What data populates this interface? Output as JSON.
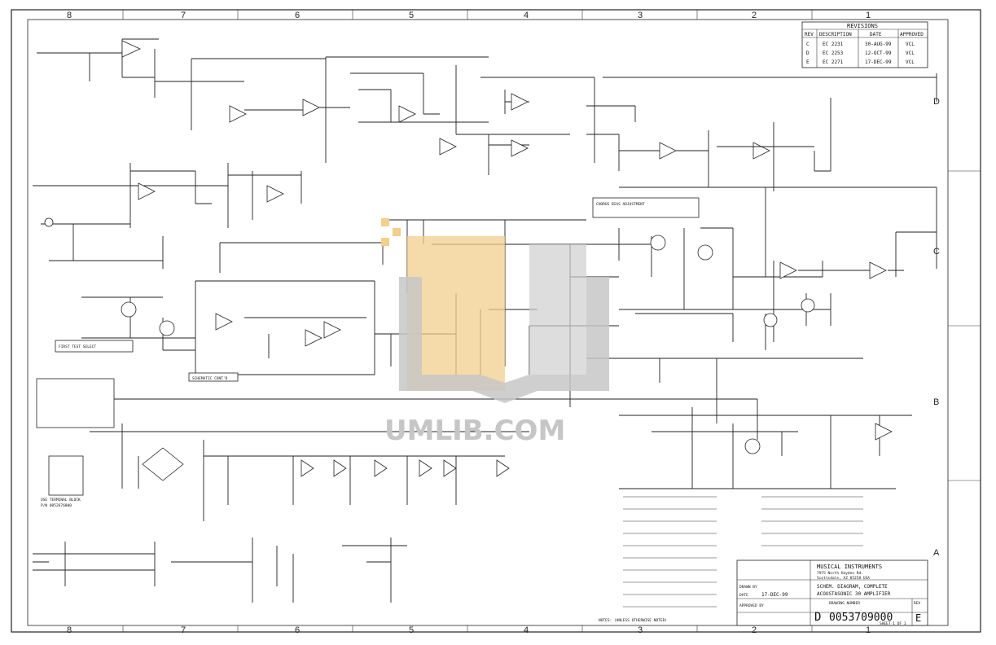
{
  "zones": {
    "top": [
      "8",
      "7",
      "6",
      "5",
      "4",
      "3",
      "2",
      "1"
    ],
    "bottom": [
      "8",
      "7",
      "6",
      "5",
      "4",
      "3",
      "2",
      "1"
    ],
    "right": [
      "D",
      "C",
      "B",
      "A"
    ]
  },
  "revisions": {
    "title": "REVISIONS",
    "headers": [
      "REV",
      "DESCRIPTION",
      "DATE",
      "APPROVED"
    ],
    "rows": [
      [
        "C",
        "EC 2231",
        "30-AUG-99",
        "VCL"
      ],
      [
        "D",
        "EC 2253",
        "12-OCT-99",
        "VCL"
      ],
      [
        "E",
        "EC 2271",
        "17-DEC-99",
        "VCL"
      ]
    ]
  },
  "notes": {
    "chorus_bias_title": "CHORUS BIAS ADJUSTMENT",
    "first_test_label": "FIRST TEST SELECT",
    "schematic_label": "SCHEMATIC CONT'D",
    "notes_label": "NOTES: (UNLESS OTHERWISE NOTED)",
    "schematic_ref": "USE TERMINAL BLOCK",
    "part_no": "P/N 0052676000"
  },
  "title_block": {
    "company": "MUSICAL INSTRUMENTS",
    "address1": "7975 North Hayden Rd.",
    "address2": "Scottsdale, AZ 85258 USA",
    "drawn_by_label": "DRAWN BY",
    "date_label": "DATE",
    "date_value": "17-DEC-99",
    "approved_label": "APPROVED BY",
    "title": "SCHEM. DIAGRAM, COMPLETE",
    "subtitle": "ACOUSTASONIC 30 AMPLIFIER",
    "size": "D",
    "drawing_number_label": "DRAWING NUMBER",
    "drawing_number": "0053709000",
    "rev_label": "REV",
    "rev": "E",
    "sheet": "SHEET 1 OF 1"
  },
  "watermark": "UMLIB.COM"
}
